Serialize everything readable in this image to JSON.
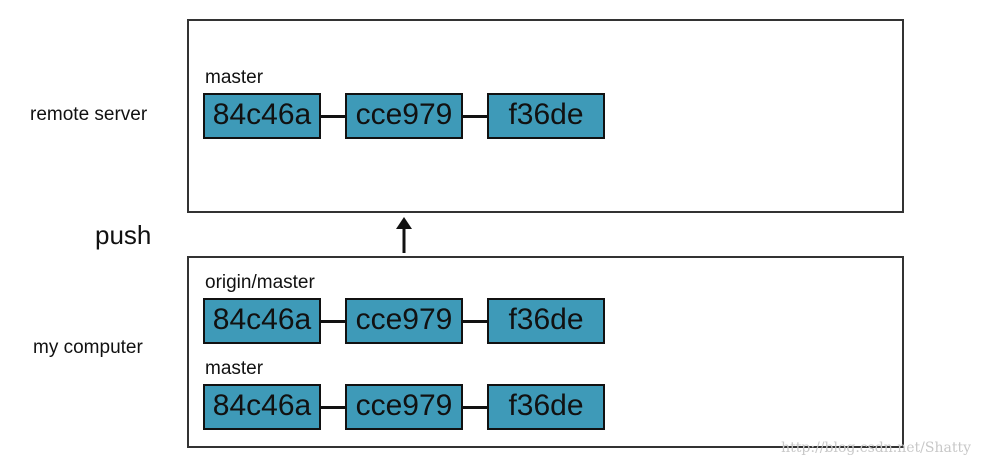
{
  "labels": {
    "remote": "remote server",
    "push": "push",
    "local": "my computer"
  },
  "remote_panel": {
    "branch": "master",
    "commits": [
      "84c46a",
      "cce979",
      "f36de"
    ]
  },
  "local_panel": {
    "rows": [
      {
        "branch": "origin/master",
        "commits": [
          "84c46a",
          "cce979",
          "f36de"
        ]
      },
      {
        "branch": "master",
        "commits": [
          "84c46a",
          "cce979",
          "f36de"
        ]
      }
    ]
  },
  "watermark": "http://blog.csdn.net/Shatty",
  "colors": {
    "commit_fill": "#3e9ab8",
    "border": "#333333"
  }
}
